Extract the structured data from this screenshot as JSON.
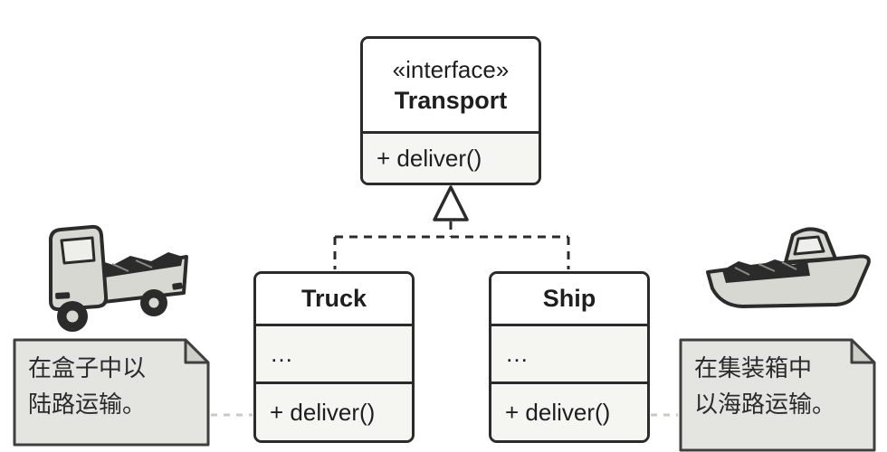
{
  "diagram": {
    "interface": {
      "stereotype": "«interface»",
      "name": "Transport",
      "methods": [
        "+ deliver()"
      ]
    },
    "classes": [
      {
        "name": "Truck",
        "fields": "…",
        "methods": "+ deliver()"
      },
      {
        "name": "Ship",
        "fields": "…",
        "methods": "+ deliver()"
      }
    ],
    "notes": [
      {
        "attached_to": "Truck",
        "lines": [
          "在盒子中以",
          "陆路运输。"
        ]
      },
      {
        "attached_to": "Ship",
        "lines": [
          "在集装箱中",
          "以海路运输。"
        ]
      }
    ],
    "colors": {
      "outline": "#2b2b2b",
      "class_header_bg": "#ffffff",
      "class_body_bg": "#f5f5f2",
      "note_bg": "#e4e4e1",
      "note_fold": "#cfcfca",
      "note_connector": "#c9c9c5",
      "text": "#1e1e1e"
    }
  }
}
